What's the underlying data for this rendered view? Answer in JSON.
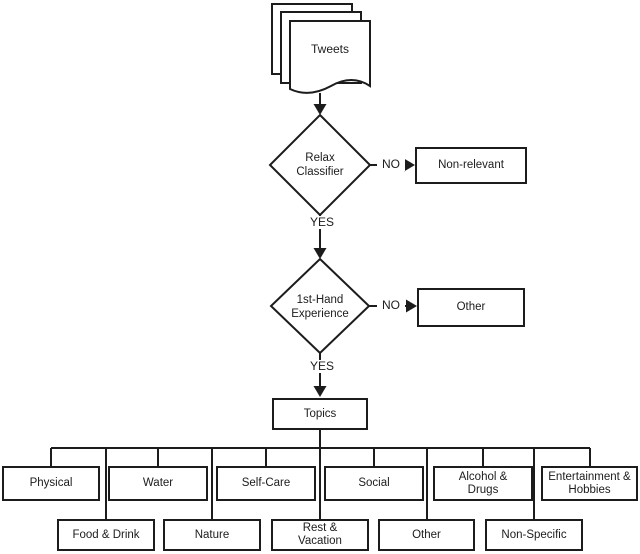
{
  "diagram": {
    "title_implied": "Tweet relaxation-topic classification flowchart",
    "source_label": "Tweets",
    "decision1": {
      "label": "Relax Classifier",
      "no": "NO",
      "yes": "YES"
    },
    "decision1_no_target": "Non-relevant",
    "decision2": {
      "label": "1st-Hand Experience",
      "no": "NO",
      "yes": "YES"
    },
    "decision2_no_target": "Other",
    "topics_label": "Topics",
    "row1": [
      "Physical",
      "Water",
      "Self-Care",
      "Social",
      "Alcohol & Drugs",
      "Entertainment & Hobbies"
    ],
    "row2": [
      "Food & Drink",
      "Nature",
      "Rest & Vacation",
      "Other",
      "Non-Specific"
    ],
    "colors": {
      "line": "#1c1c1c",
      "text": "#1c1c1c",
      "background": "#ffffff"
    }
  }
}
